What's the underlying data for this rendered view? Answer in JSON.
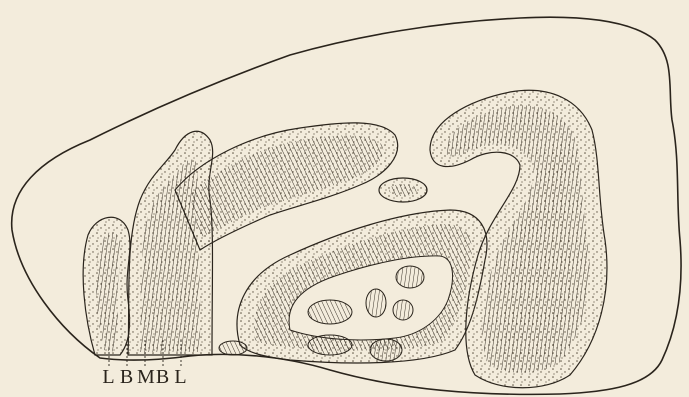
{
  "figure": {
    "layer_labels": [
      "L",
      "B",
      "M",
      "B",
      "L"
    ]
  },
  "colors": {
    "background": "#f3ecdc",
    "ink": "#2a241c",
    "hatch": "#3b342a",
    "dots": "#5a5040"
  }
}
